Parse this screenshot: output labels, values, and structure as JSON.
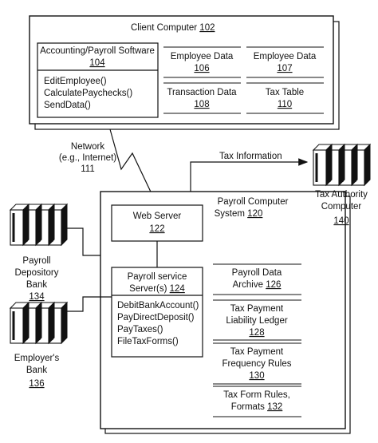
{
  "client": {
    "title": "Client Computer",
    "ref": "102",
    "software": {
      "title": "Accounting/Payroll Software",
      "ref": "104",
      "methods": [
        "EditEmployee()",
        "CalculatePaychecks()",
        "SendData()"
      ]
    },
    "stores": [
      {
        "label": "Employee Data",
        "ref": "106"
      },
      {
        "label": "Employee Data",
        "ref": "107"
      },
      {
        "label": "Transaction Data",
        "ref": "108"
      },
      {
        "label": "Tax Table",
        "ref": "110"
      }
    ]
  },
  "network": {
    "line1": "Network",
    "line2": "(e.g., Internet)",
    "ref": "111"
  },
  "tax_info": "Tax Information",
  "tax_authority": {
    "line1": "Tax Authority",
    "line2": "Computer",
    "ref": "140"
  },
  "payroll_system": {
    "line1": "Payroll Computer",
    "line2": "System",
    "ref": "120"
  },
  "web_server": {
    "label": "Web Server",
    "ref": "122"
  },
  "service_server": {
    "line1": "Payroll service",
    "line2": "Server(s)",
    "ref": "124",
    "methods": [
      "DebitBankAccount()",
      "PayDirectDeposit()",
      "PayTaxes()",
      "FileTaxForms()"
    ]
  },
  "archives": [
    {
      "line1": "Payroll Data",
      "line2": "Archive",
      "ref": "126"
    },
    {
      "line1": "Tax Payment",
      "line2": "Liability Ledger",
      "ref": "128"
    },
    {
      "line1": "Tax Payment",
      "line2": "Frequency Rules",
      "ref": "130"
    },
    {
      "line1": "Tax Form Rules,",
      "line2": "Formats",
      "ref": "132"
    }
  ],
  "depository_bank": {
    "line1": "Payroll",
    "line2": "Depository",
    "line3": "Bank",
    "ref": "134"
  },
  "employer_bank": {
    "line1": "Employer's",
    "line2": "Bank",
    "ref": "136"
  }
}
